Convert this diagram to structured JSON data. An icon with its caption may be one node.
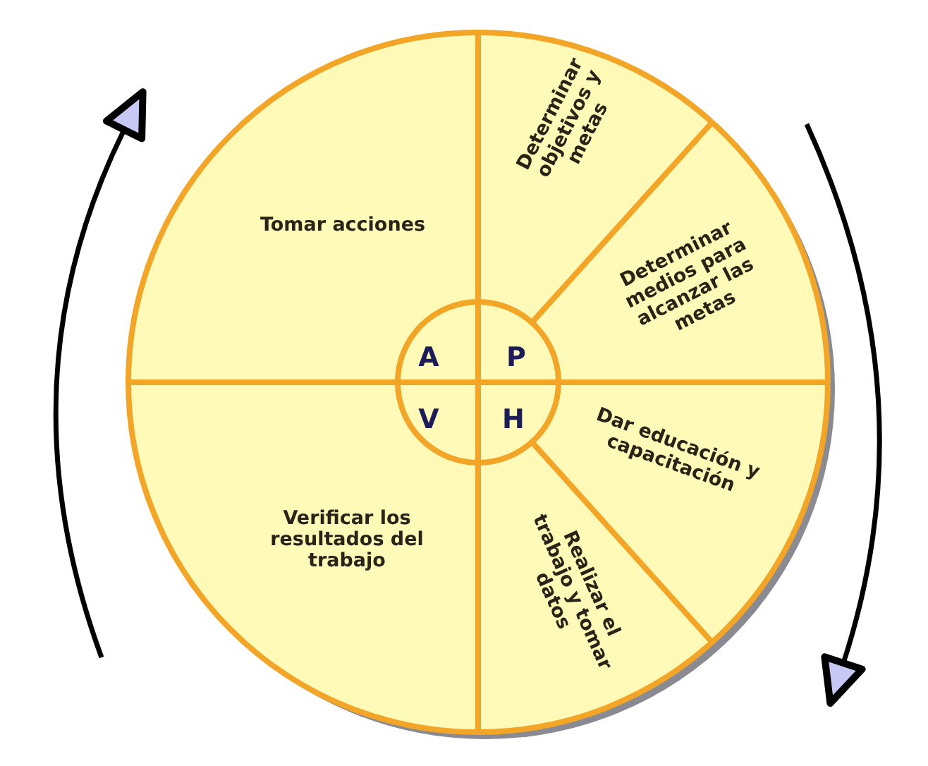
{
  "diagram": {
    "nodes": [
      {
        "text": [
          "Tomar acciones"
        ]
      },
      {
        "text": [
          "Determinar objetivos y metas"
        ]
      },
      {
        "text": [
          "Determinar medios para alcanzar las metas"
        ]
      },
      {
        "text": [
          "A"
        ]
      },
      {
        "text": [
          "P"
        ]
      },
      {
        "text": [
          "V"
        ]
      },
      {
        "text": [
          "H"
        ]
      },
      {
        "text": [
          "Dar educación y capacitación"
        ]
      },
      {
        "text": [
          "Verificar los resultados del trabajo"
        ]
      },
      {
        "text": [
          "Realizar el trabajo y tomar datos"
        ]
      }
    ]
  }
}
